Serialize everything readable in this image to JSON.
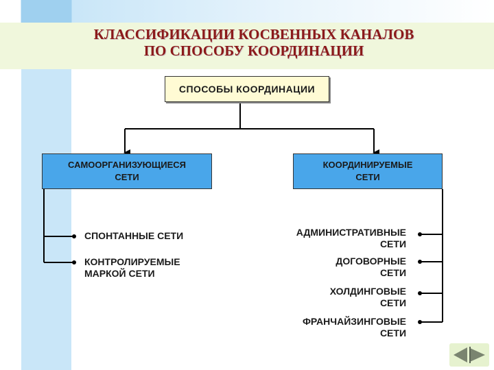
{
  "title": {
    "line1": "КЛАССИФИКАЦИИ КОСВЕННЫХ КАНАЛОВ",
    "line2": "ПО СПОСОБУ КООРДИНАЦИИ"
  },
  "root_box": "СПОСОБЫ КООРДИНАЦИИ",
  "categories": [
    {
      "line1": "САМООРГАНИЗУЮЩИЕСЯ",
      "line2": "СЕТИ"
    },
    {
      "line1": "КООРДИНИРУЕМЫЕ",
      "line2": "СЕТИ"
    }
  ],
  "left_items": [
    {
      "line1": "СПОНТАННЫЕ СЕТИ",
      "line2": ""
    },
    {
      "line1": "КОНТРОЛИРУЕМЫЕ",
      "line2": "МАРКОЙ СЕТИ"
    }
  ],
  "right_items": [
    {
      "line1": "АДМИНИСТРАТИВНЫЕ",
      "line2": "СЕТИ"
    },
    {
      "line1": "ДОГОВОРНЫЕ",
      "line2": "СЕТИ"
    },
    {
      "line1": "ХОЛДИНГОВЫЕ",
      "line2": "СЕТИ"
    },
    {
      "line1": "ФРАНЧАЙЗИНГОВЫЕ",
      "line2": "СЕТИ"
    }
  ],
  "nav_icons": [
    "back-arrow-icon",
    "forward-arrow-icon"
  ],
  "colors": {
    "title": "#8b1a1a",
    "root_box_fill": "#fffbd4",
    "category_fill": "#49a6ea",
    "left_band": "#c9e6f8",
    "title_band": "#f0f7dc"
  }
}
